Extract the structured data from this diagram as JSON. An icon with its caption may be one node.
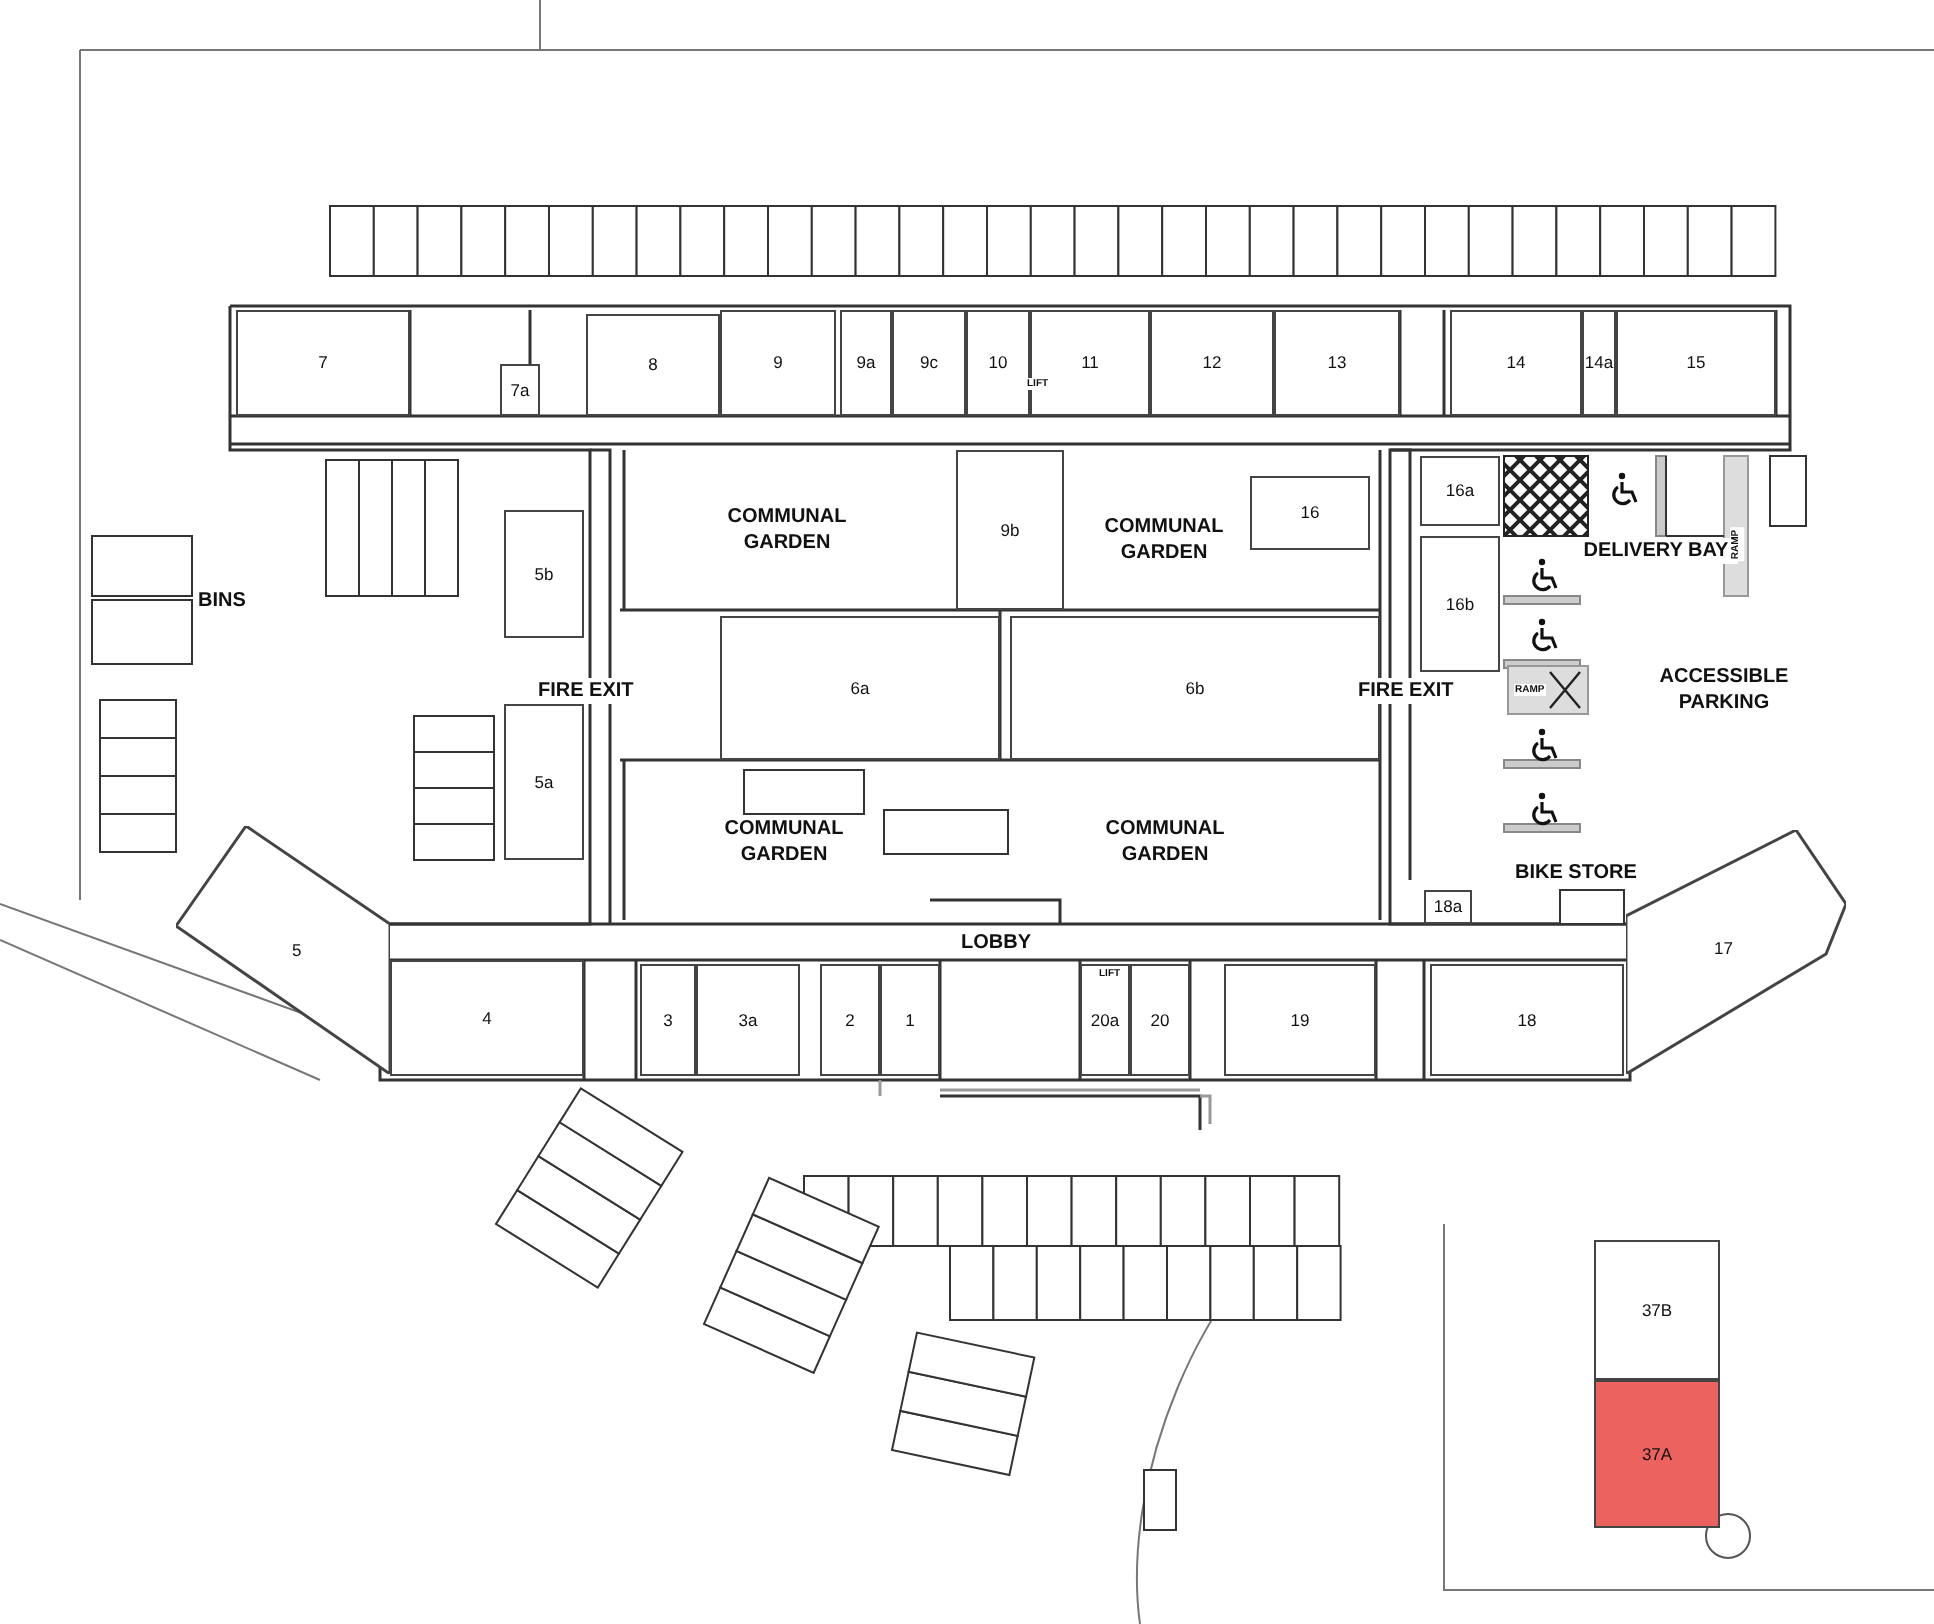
{
  "diagram": {
    "nodes": [
      {
        "text": [
          "7"
        ]
      },
      {
        "text": [
          "7a"
        ]
      },
      {
        "text": [
          "8"
        ]
      },
      {
        "text": [
          "9"
        ]
      },
      {
        "text": [
          "9a"
        ]
      },
      {
        "text": [
          "9c"
        ]
      },
      {
        "text": [
          "10"
        ]
      },
      {
        "text": [
          "11"
        ]
      },
      {
        "text": [
          "12"
        ]
      },
      {
        "text": [
          "13"
        ]
      },
      {
        "text": [
          "14"
        ]
      },
      {
        "text": [
          "14a"
        ]
      },
      {
        "text": [
          "15"
        ]
      },
      {
        "text": [
          "COMMUNAL GARDEN"
        ]
      },
      {
        "text": [
          "9b"
        ]
      },
      {
        "text": [
          "COMMUNAL GARDEN"
        ]
      },
      {
        "text": [
          "16"
        ]
      },
      {
        "text": [
          "16a"
        ]
      },
      {
        "text": [
          "5b"
        ]
      },
      {
        "text": [
          "16b"
        ]
      },
      {
        "text": [
          "6a"
        ]
      },
      {
        "text": [
          "6b"
        ]
      },
      {
        "text": [
          "5a"
        ]
      },
      {
        "text": [
          "COMMUNAL GARDEN"
        ]
      },
      {
        "text": [
          "COMMUNAL GARDEN"
        ]
      },
      {
        "text": [
          "18a"
        ]
      },
      {
        "text": [
          "5"
        ]
      },
      {
        "text": [
          "17"
        ]
      },
      {
        "text": [
          "4"
        ]
      },
      {
        "text": [
          "3"
        ]
      },
      {
        "text": [
          "3a"
        ]
      },
      {
        "text": [
          "2"
        ]
      },
      {
        "text": [
          "1"
        ]
      },
      {
        "text": [
          "20a"
        ]
      },
      {
        "text": [
          "20"
        ]
      },
      {
        "text": [
          "19"
        ]
      },
      {
        "text": [
          "18"
        ]
      },
      {
        "text": [
          "37B"
        ]
      },
      {
        "text": [
          "37A"
        ]
      }
    ],
    "labels": [
      "LIFT",
      "DELIVERY BAY",
      "RAMP",
      "BINS",
      "FIRE EXIT",
      "FIRE EXIT",
      "RAMP",
      "ACCESSIBLE PARKING",
      "BIKE STORE",
      "LOBBY",
      "LIFT"
    ]
  }
}
